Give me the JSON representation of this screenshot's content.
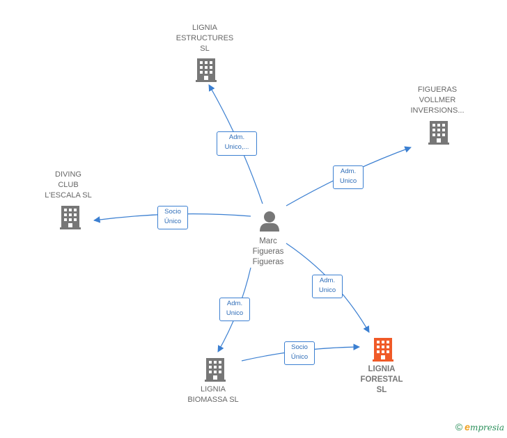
{
  "colors": {
    "edge": "#3b7fd1",
    "building": "#777777",
    "main_building": "#f05a28",
    "person": "#777777"
  },
  "nodes": {
    "person": {
      "label": "Marc\nFigueras\nFigueras",
      "icon": "person-icon"
    },
    "lignia_estructures": {
      "label": "LIGNIA\nESTRUCTURES\nSL",
      "icon": "building-icon"
    },
    "figueras_vollmer": {
      "label": "FIGUERAS\nVOLLMER\nINVERSIONS...",
      "icon": "building-icon"
    },
    "diving_club": {
      "label": "DIVING\nCLUB\nL'ESCALA SL",
      "icon": "building-icon"
    },
    "lignia_biomassa": {
      "label": "LIGNIA\nBIOMASSA  SL",
      "icon": "building-icon"
    },
    "lignia_forestal": {
      "label": "LIGNIA\nFORESTAL\nSL",
      "icon": "building-icon"
    }
  },
  "edges": {
    "to_estructures": "Adm.\nUnico,...",
    "to_vollmer": "Adm.\nUnico",
    "to_diving": "Socio\nÚnico",
    "to_forestal": "Adm.\nUnico",
    "to_biomassa": "Adm.\nUnico",
    "biomassa_to_forestal": "Socio\nÚnico"
  },
  "footer": {
    "copyright": "©",
    "brand_initial": "e",
    "brand_rest": "mpresia"
  }
}
